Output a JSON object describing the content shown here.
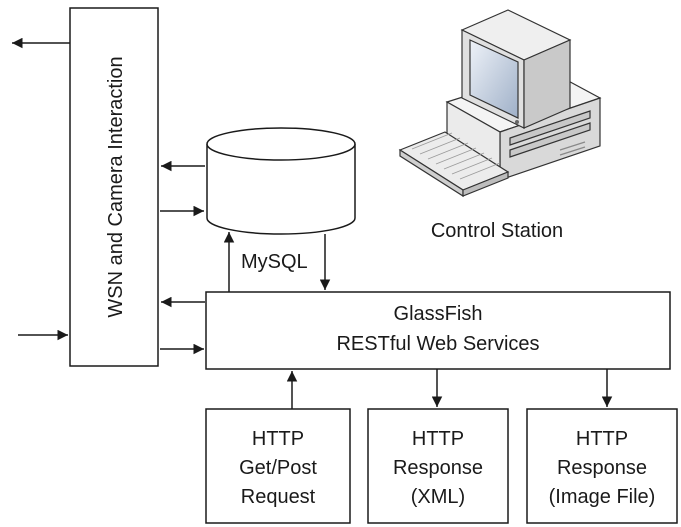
{
  "diagram": {
    "wsn_box": {
      "label": "WSN and Camera Interaction"
    },
    "database": {
      "label": "MySQL"
    },
    "control_station": {
      "label": "Control Station",
      "icon": "desktop-computer-icon"
    },
    "server": {
      "line1": "GlassFish",
      "line2": "RESTful Web Services"
    },
    "http_boxes": [
      {
        "line1": "HTTP",
        "line2": "Get/Post",
        "line3": "Request"
      },
      {
        "line1": "HTTP",
        "line2": "Response",
        "line3": "(XML)"
      },
      {
        "line1": "HTTP",
        "line2": "Response",
        "line3": "(Image File)"
      }
    ]
  },
  "colors": {
    "stroke": "#1a1a1a",
    "fill": "#ffffff",
    "screen": "#b8c4d8"
  }
}
